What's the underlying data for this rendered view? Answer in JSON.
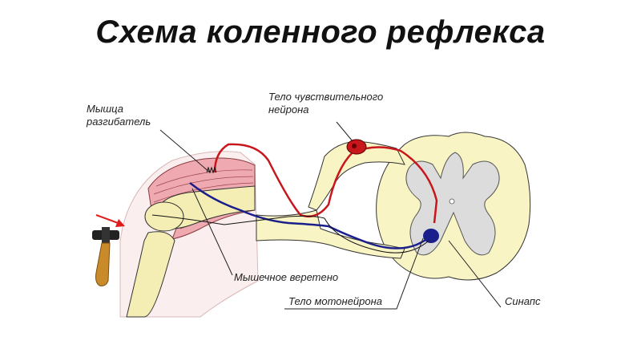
{
  "title": "Схема коленного рефлекса",
  "labels": {
    "muscle_line1": "Мышца",
    "muscle_line2": "разгибатель",
    "sensory_line1": "Тело чувствительного",
    "sensory_line2": "нейрона",
    "spindle": "Мышечное веретено",
    "motor_body": "Тело мотонейрона",
    "synapse": "Синапс"
  },
  "colors": {
    "sensory_neuron": "#c8161d",
    "motor_neuron": "#1a1f8c",
    "white_matter": "#f9f4c4",
    "gray_matter": "#dcdcdc",
    "muscle": "#eeaab0",
    "bone": "#f5eeb4",
    "arrow": "#e01b1b",
    "hammer_handle": "#c98a2a"
  }
}
